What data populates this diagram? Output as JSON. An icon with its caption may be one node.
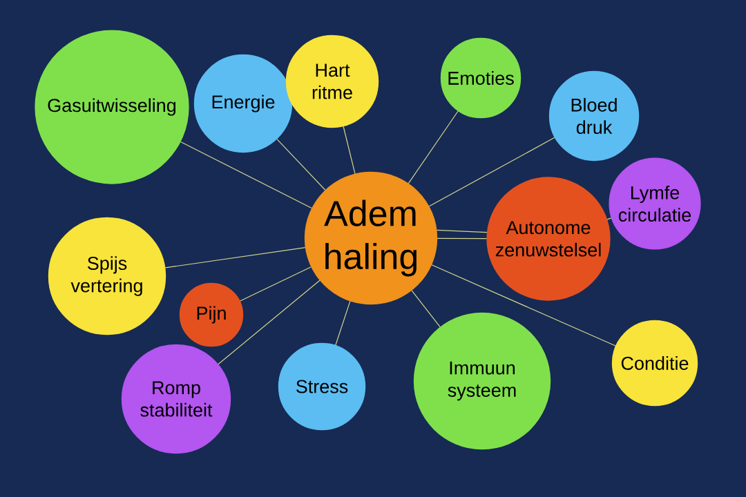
{
  "diagram": {
    "nodes": [
      {
        "text": [
          "Adem haling"
        ]
      },
      {
        "text": [
          "Gasuitwisseling"
        ]
      },
      {
        "text": [
          "Energie"
        ]
      },
      {
        "text": [
          "Hart ritme"
        ]
      },
      {
        "text": [
          "Emoties"
        ]
      },
      {
        "text": [
          "Bloed druk"
        ]
      },
      {
        "text": [
          "Autonome zenuwstelsel"
        ]
      },
      {
        "text": [
          "Lymfe circulatie"
        ]
      },
      {
        "text": [
          "Spijs vertering"
        ]
      },
      {
        "text": [
          "Pijn"
        ]
      },
      {
        "text": [
          "Romp stabiliteit"
        ]
      },
      {
        "text": [
          "Stress"
        ]
      },
      {
        "text": [
          "Immuun systeem"
        ]
      },
      {
        "text": [
          "Conditie"
        ]
      }
    ],
    "edges": [
      {
        "from": 0,
        "to": 1,
        "arrow": "none"
      },
      {
        "from": 0,
        "to": 2,
        "arrow": "none"
      },
      {
        "from": 0,
        "to": 3,
        "arrow": "none"
      },
      {
        "from": 0,
        "to": 4,
        "arrow": "none"
      },
      {
        "from": 0,
        "to": 5,
        "arrow": "none"
      },
      {
        "from": 0,
        "to": 6,
        "arrow": "none"
      },
      {
        "from": 0,
        "to": 6,
        "arrow": "none"
      },
      {
        "from": 6,
        "to": 7,
        "arrow": "none"
      },
      {
        "from": 0,
        "to": 8,
        "arrow": "none"
      },
      {
        "from": 0,
        "to": 9,
        "arrow": "none"
      },
      {
        "from": 0,
        "to": 10,
        "arrow": "none"
      },
      {
        "from": 0,
        "to": 11,
        "arrow": "none"
      },
      {
        "from": 0,
        "to": 12,
        "arrow": "none"
      },
      {
        "from": 0,
        "to": 13,
        "arrow": "none"
      }
    ]
  }
}
